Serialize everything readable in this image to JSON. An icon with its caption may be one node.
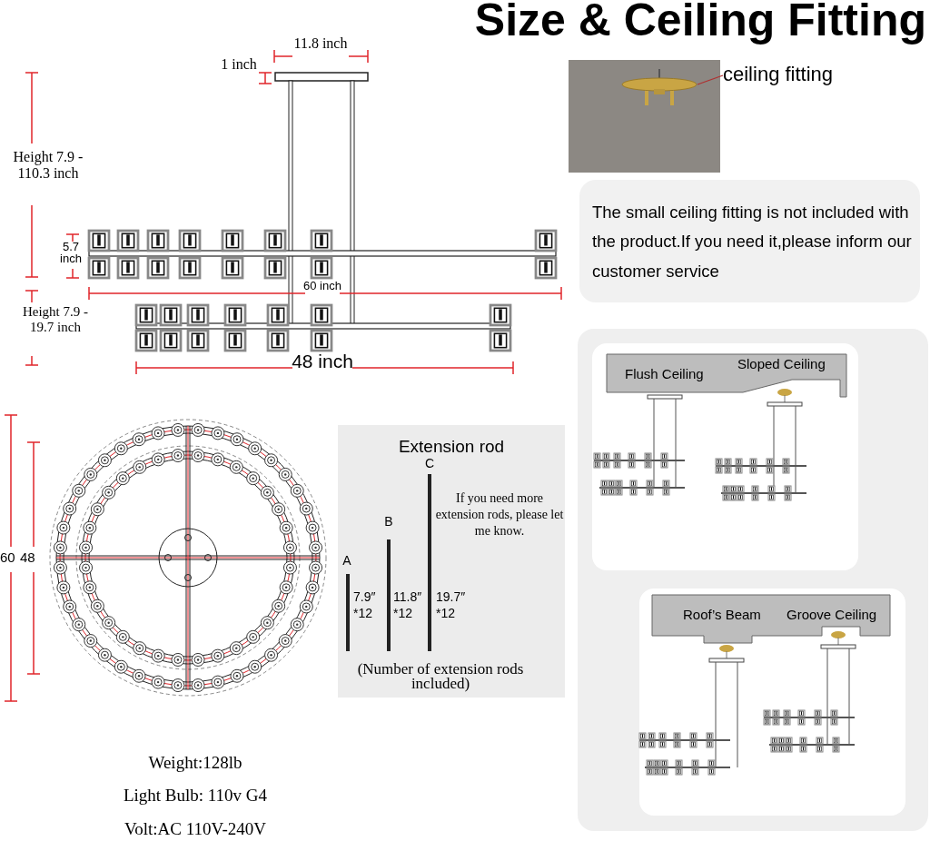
{
  "diagram": {
    "title": "Size & Ceiling Fitting",
    "nodes": [
      {
        "text": [
          "ceiling fitting"
        ]
      },
      {
        "text": [],
        "shape": "picture"
      }
    ],
    "edges": [
      {
        "from": 0,
        "to": 1,
        "arrow": "none"
      }
    ],
    "labels": [
      "11.8 inch",
      "1 inch",
      "Height 7.9 - 110.3 inch",
      "5.7 inch",
      "60 inch",
      "Height 7.9 - 19.7 inch",
      "48 inch",
      "The small ceiling fitting is not included with the product.If you need it,please inform our customer service",
      "Flush Ceiling",
      "Sloped Ceiling",
      "Roof’s Beam",
      "Groove Ceiling",
      "60",
      "48",
      "Extension rod",
      "C",
      "If you need more extension rods, please let me know.",
      "B",
      "A",
      "7.9″",
      "*12",
      "11.8″",
      "*12",
      "19.7″",
      "*12",
      "(Number of extension rods included)",
      "Weight:128lb",
      "Light Bulb: 110v G4",
      "Volt:AC 110V-240V"
    ]
  }
}
